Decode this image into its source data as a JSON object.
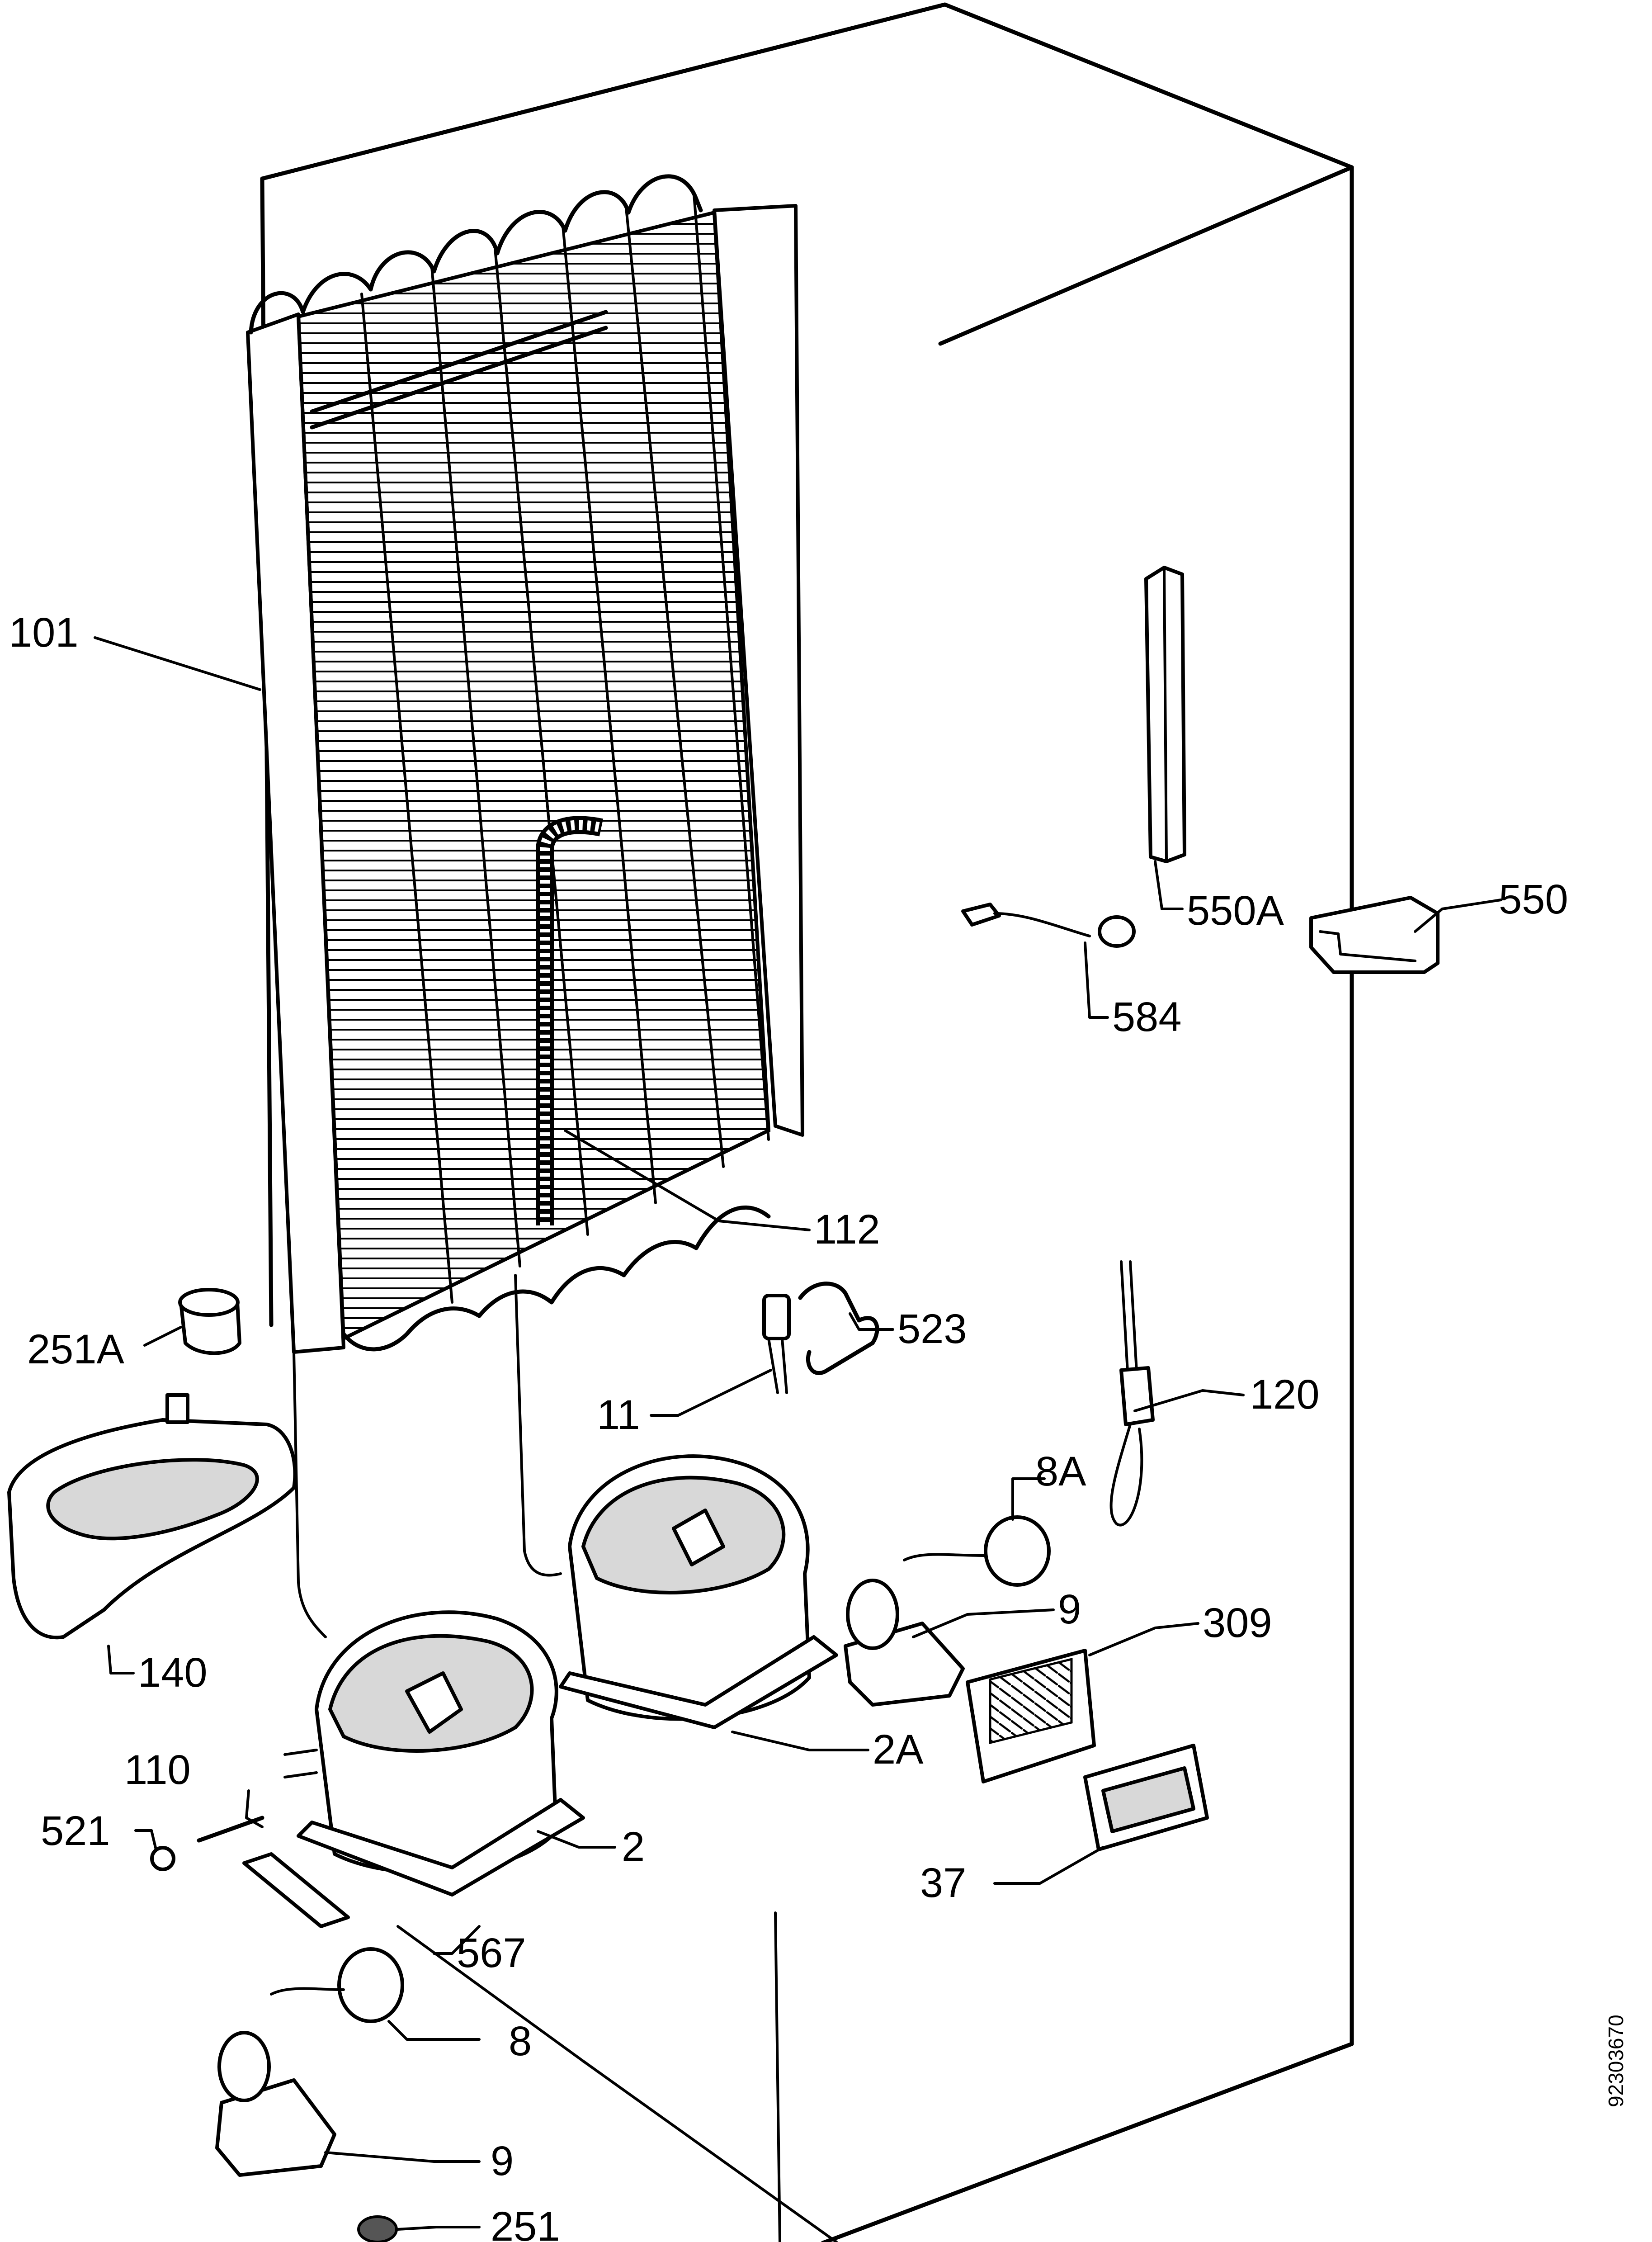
{
  "labels": {
    "p101": "101",
    "p550A": "550A",
    "p550": "550",
    "p584": "584",
    "p112": "112",
    "p251A": "251A",
    "p523": "523",
    "p11": "11",
    "p120": "120",
    "p8A": "8A",
    "p9a": "9",
    "p309": "309",
    "p140": "140",
    "p2A": "2A",
    "p110": "110",
    "p521": "521",
    "p2": "2",
    "p37": "37",
    "p567": "567",
    "p8": "8",
    "p9b": "9",
    "p251": "251"
  },
  "drawing_code": "92303670"
}
